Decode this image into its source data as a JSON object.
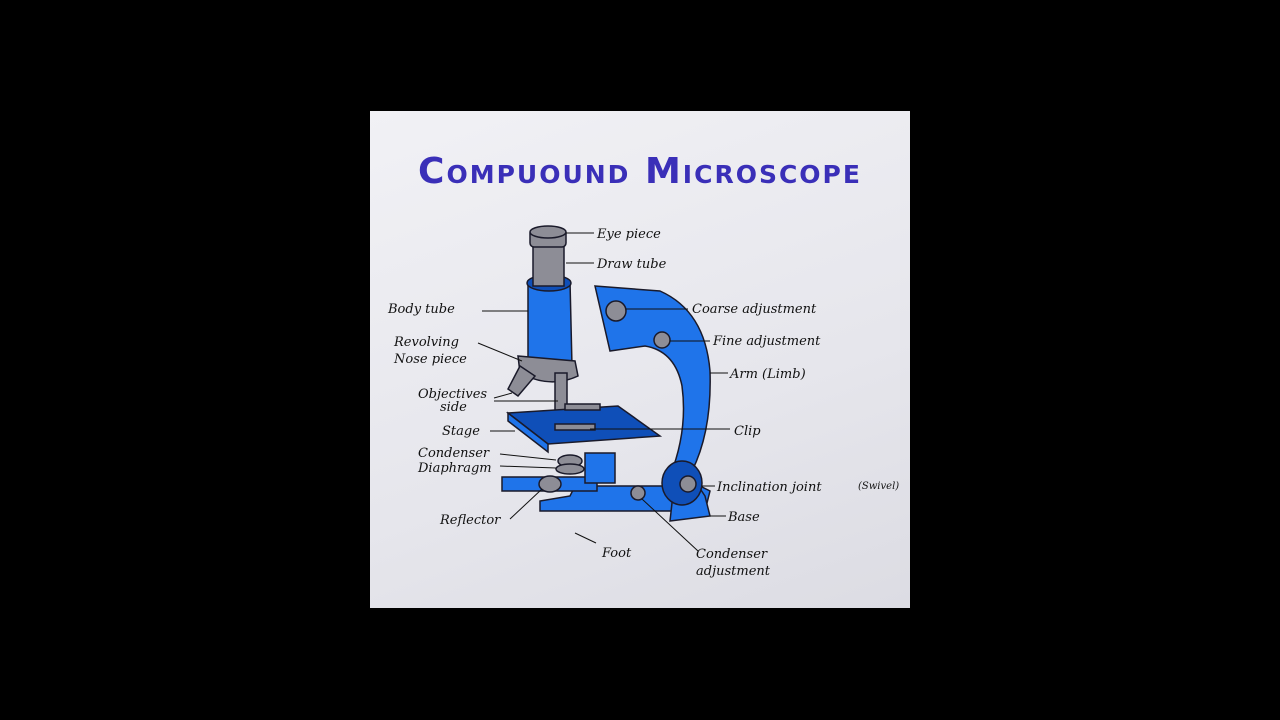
{
  "title": "Compuound Microscope",
  "colors": {
    "title": "#3a2fb8",
    "body_blue": "#1f74ea",
    "dark_blue": "#0f4fb8",
    "light_blue": "#63b0ff",
    "metal": "#8d8d96",
    "background": "#000000",
    "paper": "#ececf1"
  },
  "labels": {
    "eye_piece": "Eye piece",
    "draw_tube": "Draw tube",
    "body_tube": "Body tube",
    "coarse_adjustment": "Coarse adjustment",
    "fine_adjustment": "Fine adjustment",
    "revolving_1": "Revolving",
    "revolving_2": "Nose piece",
    "arm": "Arm (Limb)",
    "objectives_1": "Objectives",
    "objectives_2": "side",
    "stage": "Stage",
    "clip": "Clip",
    "condenser": "Condenser",
    "diaphragm": "Diaphragm",
    "inclination": "Inclination joint",
    "swivel": "(Swivel)",
    "reflector": "Reflector",
    "base": "Base",
    "foot": "Foot",
    "cond_adj_1": "Condenser",
    "cond_adj_2": "adjustment"
  }
}
